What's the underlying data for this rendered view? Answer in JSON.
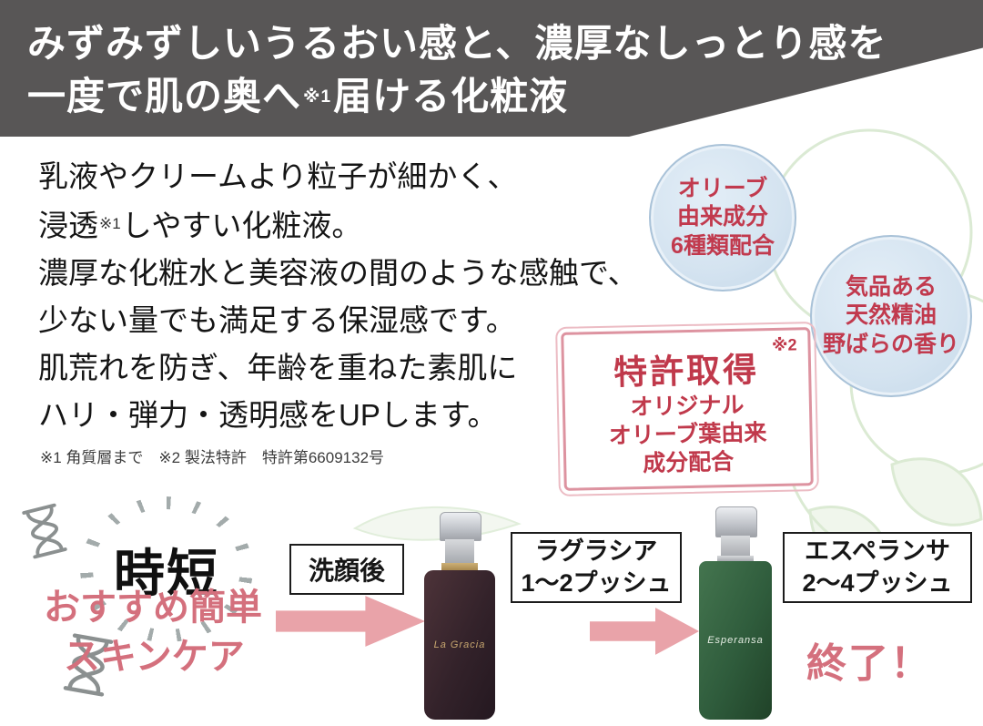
{
  "colors": {
    "banner_gray": "#585656",
    "accent_red": "#c0394b",
    "rose_pink": "#d4707d",
    "arrow_pink": "#e9a3a9",
    "badge_blue": "#d4e3f0",
    "bottle_lagracia_brown": "#33222a",
    "bottle_esperansa_green": "#2f5c3c"
  },
  "header": {
    "line1": "みずみずしいうるおい感と、濃厚なしっとり感を",
    "line2_pre": "一度で肌の奥へ",
    "line2_note": "※1",
    "line2_post": "届ける化粧液"
  },
  "description": {
    "line1": "乳液やクリームより粒子が細かく、",
    "line2_pre": "浸透",
    "line2_note": "※1",
    "line2_post": "しやすい化粧液。",
    "line3": "濃厚な化粧水と美容液の間のような感触で、",
    "line4": "少ない量でも満足する保湿感です。",
    "line5": "肌荒れを防ぎ、年齢を重ねた素肌に",
    "line6": "ハリ・弾力・透明感をUPします。"
  },
  "footnote": "※1 角質層まで　※2 製法特許　特許第6609132号",
  "badges": [
    {
      "lines": [
        "オリーブ",
        "由来成分",
        "6種類配合"
      ]
    },
    {
      "lines": [
        "気品ある",
        "天然精油",
        "野ばらの香り"
      ]
    }
  ],
  "patent": {
    "title": "特許取得",
    "note": "※2",
    "line1": "オリジナル",
    "line2": "オリーブ葉由来",
    "line3": "成分配合"
  },
  "routine": {
    "time_badge": "時短",
    "recommend_line1": "おすすめ簡単",
    "recommend_line2": "スキンケア",
    "step1": "洗顔後",
    "step2_name": "ラグラシア",
    "step2_amount": "1〜2プッシュ",
    "step3_name": "エスペランサ",
    "step3_amount": "2〜4プッシュ",
    "done": "終了！"
  },
  "products": [
    {
      "label": "La Gracia"
    },
    {
      "label": "Esperansa"
    }
  ],
  "icons": {
    "hourglass": "hourglass-icon (hand-drawn outline)",
    "sunburst": "sunburst-rays-icon",
    "arrow": "arrow-right-icon (thick pink)"
  }
}
